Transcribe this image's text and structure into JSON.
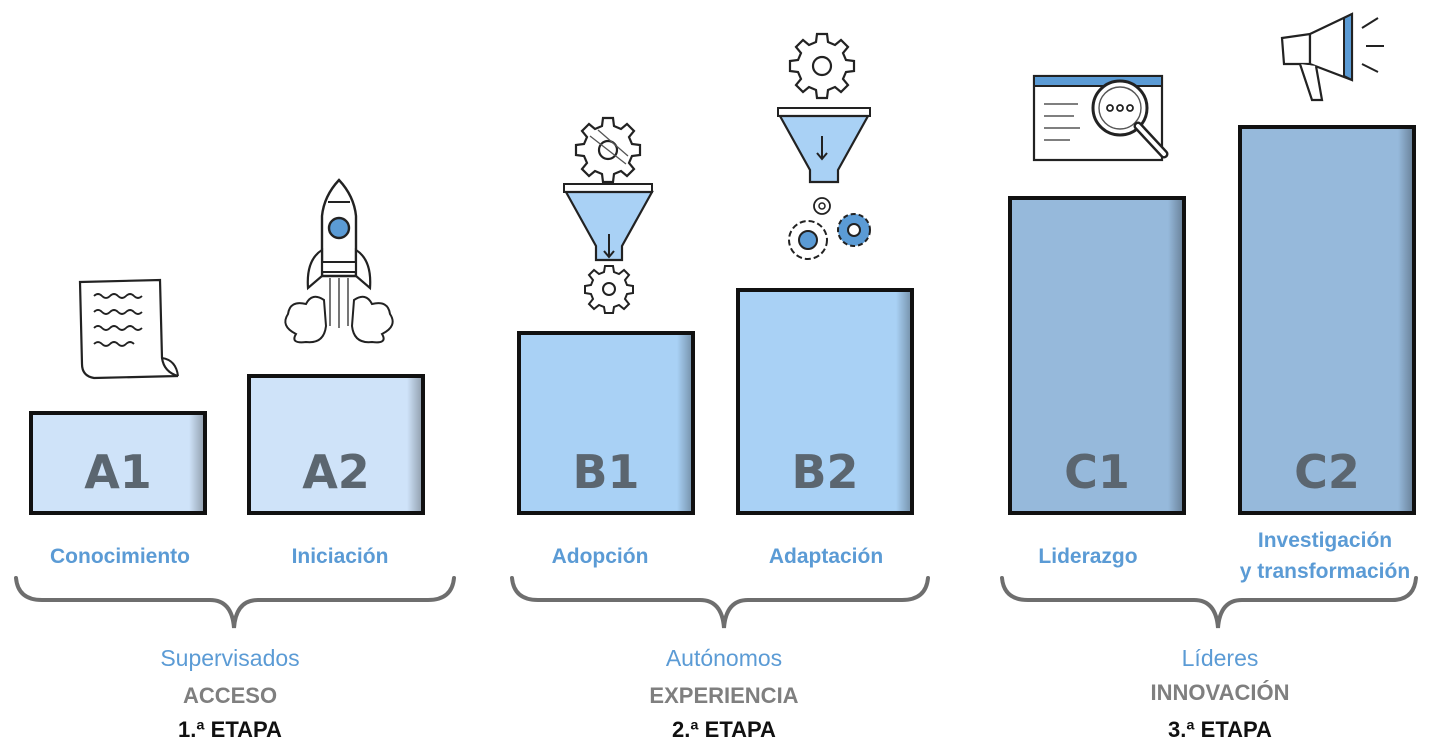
{
  "levels": [
    {
      "code": "A1",
      "name": "Conocimiento",
      "color": "#cfe3f9"
    },
    {
      "code": "A2",
      "name": "Iniciación",
      "color": "#cfe3f9"
    },
    {
      "code": "B1",
      "name": "Adopción",
      "color": "#a9d1f5"
    },
    {
      "code": "B2",
      "name": "Adaptación",
      "color": "#a9d1f5"
    },
    {
      "code": "C1",
      "name": "Liderazgo",
      "color": "#96b9db"
    },
    {
      "code": "C2",
      "name_line1": "Investigación",
      "name_line2": "y transformación",
      "color": "#96b9db"
    }
  ],
  "groups": [
    {
      "name": "Supervisados",
      "subtitle": "ACCESO",
      "stage": "1.ª ETAPA"
    },
    {
      "name": "Autónomos",
      "subtitle": "EXPERIENCIA",
      "stage": "2.ª ETAPA"
    },
    {
      "name": "Líderes",
      "subtitle": "INNOVACIÓN",
      "stage": "3.ª ETAPA"
    }
  ],
  "colors": {
    "accent_text": "#5b9bd5",
    "subtitle_text": "#7f7f7f",
    "code_text": "#5b6670",
    "brace": "#6e6e6e"
  },
  "icons": [
    "document-icon",
    "rocket-icon",
    "gear-funnel-icon",
    "gear-funnel-gears-icon",
    "browser-search-icon",
    "megaphone-icon"
  ]
}
